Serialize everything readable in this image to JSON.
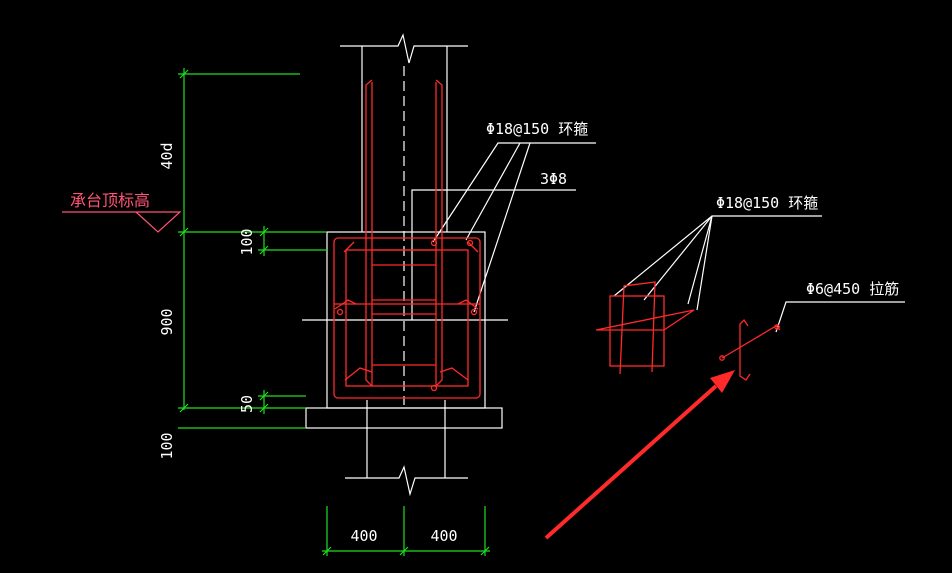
{
  "labels": {
    "elevation": "承台顶标高",
    "dim_40d": "40d",
    "dim_100_top": "100",
    "dim_900": "900",
    "dim_50": "50",
    "dim_100_bottom": "100",
    "dim_400_left": "400",
    "dim_400_right": "400",
    "hoop_main": "Φ18@150 环箍",
    "bars_main": "3Φ8",
    "hoop_detail": "Φ18@150 环箍",
    "tie_detail": "Φ6@450 拉筋"
  },
  "colors": {
    "background": "#000000",
    "outline": "#ffffff",
    "dimension": "#22dd22",
    "rebar": "#ff2a2a",
    "elevation": "#ff5577"
  }
}
